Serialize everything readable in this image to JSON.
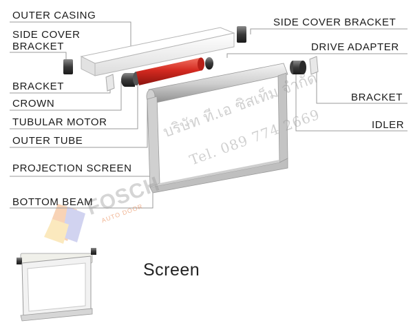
{
  "labels": {
    "outer_casing": "OUTER CASING",
    "side_cover_bracket_left": "SIDE COVER\nBRACKET",
    "bracket_left": "BRACKET",
    "crown": "CROWN",
    "tubular_motor": "TUBULAR MOTOR",
    "outer_tube": "OUTER TUBE",
    "projection_screen": "PROJECTION SCREEN",
    "bottom_beam": "BOTTOM BEAM",
    "side_cover_bracket_right": "SIDE COVER BRACKET",
    "drive_adapter": "DRIVE ADAPTER",
    "bracket_right": "BRACKET",
    "idler": "IDLER"
  },
  "caption": "Screen",
  "watermark": {
    "company_thai": "บริษัท ที.เอ ซิสเท็ม จำกัด",
    "tel": "Tel. 089 774 2669",
    "brand": "FOSCH",
    "brand_sub": "AUTO DOOR"
  },
  "colors": {
    "motor_red": "#d42a20",
    "frame_gray": "#c9c9c9",
    "casing_white": "#f4f4f4",
    "leader_line": "#9a9a9a",
    "text": "#1a1a1a"
  }
}
